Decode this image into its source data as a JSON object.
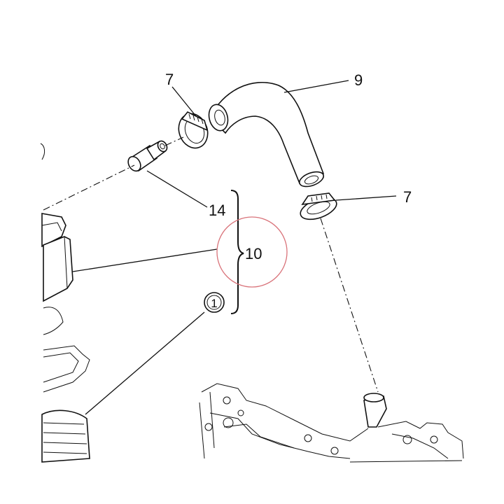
{
  "callouts": {
    "clamp_top": "7",
    "hose": "9",
    "clamp_right": "7",
    "fitting": "14",
    "group": "10",
    "circled": "1"
  },
  "colors": {
    "ink": "#111111",
    "highlight_circle": "#d9737a",
    "background": "#ffffff"
  }
}
